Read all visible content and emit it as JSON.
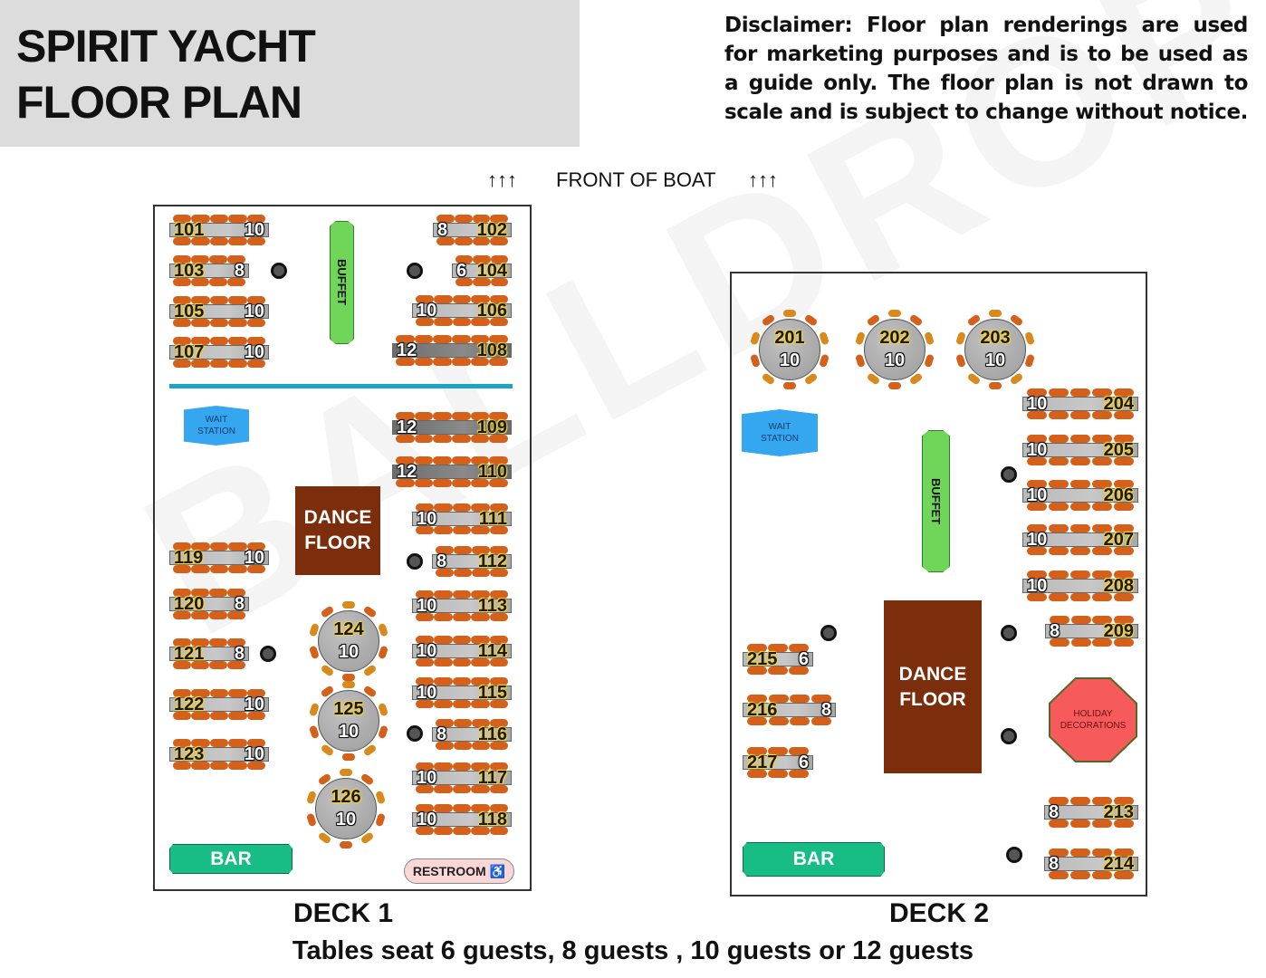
{
  "header": {
    "title_line1": "SPIRIT YACHT",
    "title_line2": "FLOOR PLAN",
    "disclaimer": "Disclaimer: Floor plan renderings are used for marketing purposes and is to be used as a guide only. The floor plan is not drawn to scale and is subject to change without notice."
  },
  "orientation": {
    "arrows_left": "↑↑↑",
    "label": "FRONT OF BOAT",
    "arrows_right": "↑↑↑"
  },
  "watermark": "BALLDROP",
  "deck1": {
    "label": "DECK 1",
    "buffet": "BUFFET",
    "wait_station": "WAIT\nSTATION",
    "dance_floor": "DANCE\nFLOOR",
    "bar": "BAR",
    "restroom": "RESTROOM",
    "restroom_icon": "wheelchair-icon",
    "tables": [
      {
        "number": "101",
        "seats": "10",
        "shape": "rect"
      },
      {
        "number": "102",
        "seats": "8",
        "shape": "rect"
      },
      {
        "number": "103",
        "seats": "8",
        "shape": "rect"
      },
      {
        "number": "104",
        "seats": "6",
        "shape": "rect"
      },
      {
        "number": "105",
        "seats": "10",
        "shape": "rect"
      },
      {
        "number": "106",
        "seats": "10",
        "shape": "rect"
      },
      {
        "number": "107",
        "seats": "10",
        "shape": "rect"
      },
      {
        "number": "108",
        "seats": "12",
        "shape": "rect"
      },
      {
        "number": "109",
        "seats": "12",
        "shape": "rect"
      },
      {
        "number": "110",
        "seats": "12",
        "shape": "rect"
      },
      {
        "number": "111",
        "seats": "10",
        "shape": "rect"
      },
      {
        "number": "112",
        "seats": "8",
        "shape": "rect"
      },
      {
        "number": "113",
        "seats": "10",
        "shape": "rect"
      },
      {
        "number": "114",
        "seats": "10",
        "shape": "rect"
      },
      {
        "number": "115",
        "seats": "10",
        "shape": "rect"
      },
      {
        "number": "116",
        "seats": "8",
        "shape": "rect"
      },
      {
        "number": "117",
        "seats": "10",
        "shape": "rect"
      },
      {
        "number": "118",
        "seats": "10",
        "shape": "rect"
      },
      {
        "number": "119",
        "seats": "10",
        "shape": "rect"
      },
      {
        "number": "120",
        "seats": "8",
        "shape": "rect"
      },
      {
        "number": "121",
        "seats": "8",
        "shape": "rect"
      },
      {
        "number": "122",
        "seats": "10",
        "shape": "rect"
      },
      {
        "number": "123",
        "seats": "10",
        "shape": "rect"
      },
      {
        "number": "124",
        "seats": "10",
        "shape": "round"
      },
      {
        "number": "125",
        "seats": "10",
        "shape": "round"
      },
      {
        "number": "126",
        "seats": "10",
        "shape": "round"
      }
    ]
  },
  "deck2": {
    "label": "DECK 2",
    "buffet": "BUFFET",
    "wait_station": "WAIT\nSTATION",
    "dance_floor": "DANCE\nFLOOR",
    "bar": "BAR",
    "holiday_decorations": "HOLIDAY\nDECORATIONS",
    "tables": [
      {
        "number": "201",
        "seats": "10",
        "shape": "round"
      },
      {
        "number": "202",
        "seats": "10",
        "shape": "round"
      },
      {
        "number": "203",
        "seats": "10",
        "shape": "round"
      },
      {
        "number": "204",
        "seats": "10",
        "shape": "rect"
      },
      {
        "number": "205",
        "seats": "10",
        "shape": "rect"
      },
      {
        "number": "206",
        "seats": "10",
        "shape": "rect"
      },
      {
        "number": "207",
        "seats": "10",
        "shape": "rect"
      },
      {
        "number": "208",
        "seats": "10",
        "shape": "rect"
      },
      {
        "number": "209",
        "seats": "8",
        "shape": "rect"
      },
      {
        "number": "213",
        "seats": "8",
        "shape": "rect"
      },
      {
        "number": "214",
        "seats": "8",
        "shape": "rect"
      },
      {
        "number": "215",
        "seats": "6",
        "shape": "rect"
      },
      {
        "number": "216",
        "seats": "8",
        "shape": "rect"
      },
      {
        "number": "217",
        "seats": "6",
        "shape": "rect"
      }
    ]
  },
  "caption": "Tables seat 6 guests, 8 guests , 10 guests or 12 guests",
  "colors": {
    "chair": "#d4601a",
    "round_chair": "#d98a1c",
    "buffet": "#6fd65a",
    "wait_station": "#35a7f0",
    "dance_floor": "#7c2e0c",
    "bar": "#18bd86",
    "restroom": "#fbd6d6",
    "holiday_decorations": "#f65a5a",
    "divider": "#1ea4c2"
  }
}
